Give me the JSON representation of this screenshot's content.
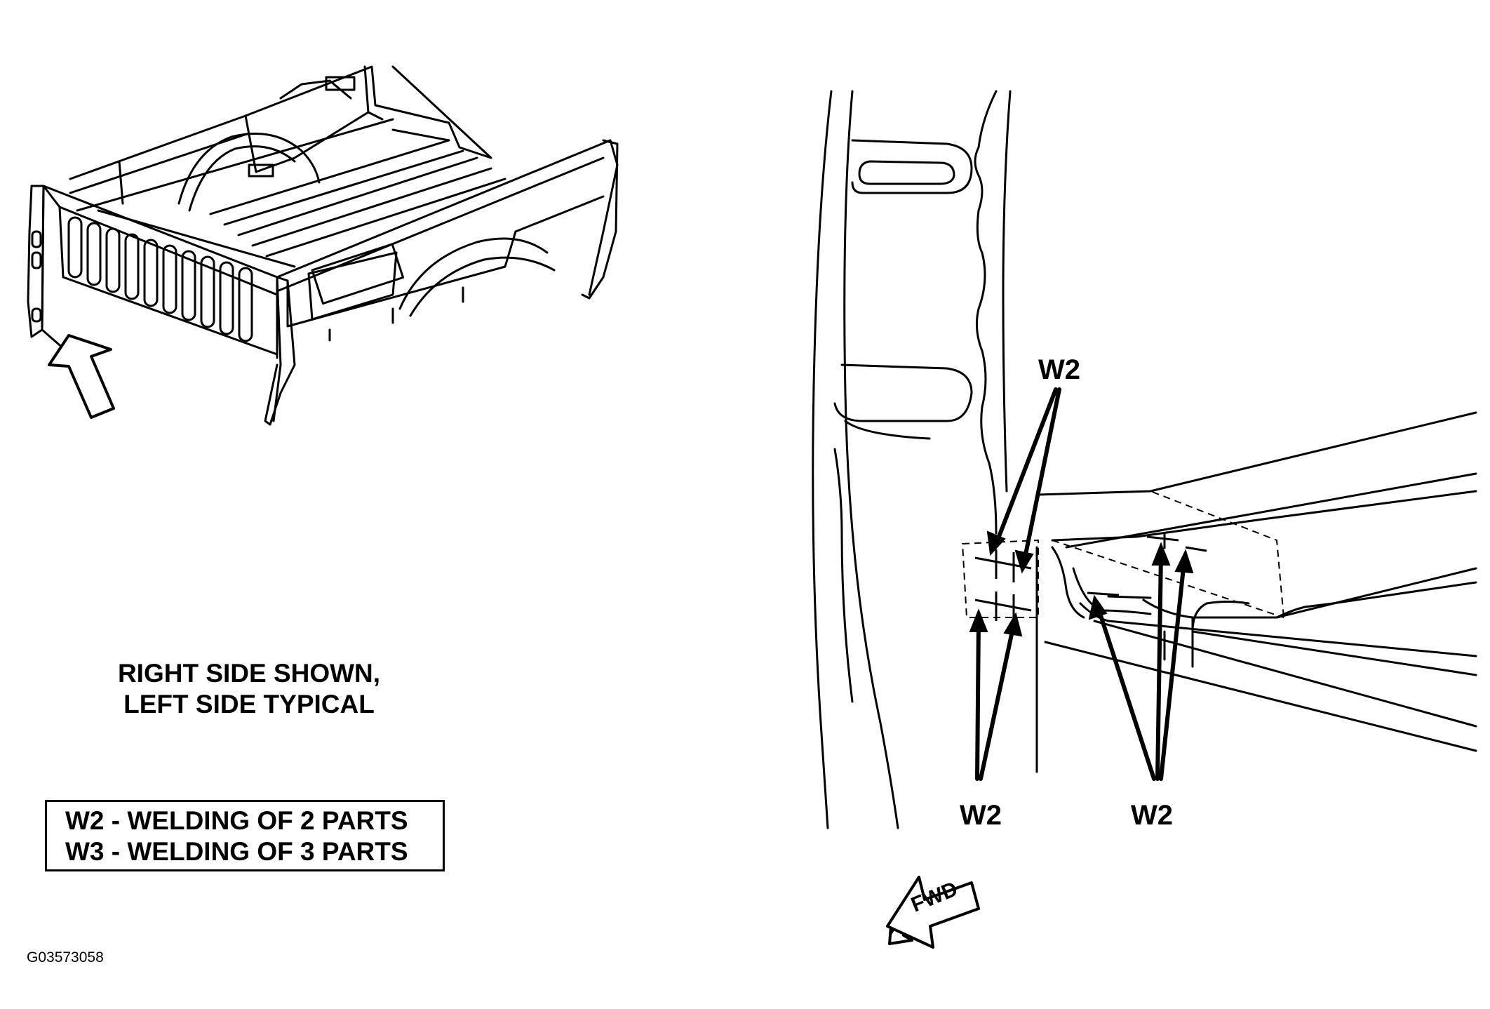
{
  "note": {
    "line1": "RIGHT SIDE SHOWN,",
    "line2": "LEFT SIDE TYPICAL"
  },
  "legend": {
    "w2": "W2 - WELDING OF 2 PARTS",
    "w3": "W3 - WELDING OF 3 PARTS"
  },
  "callouts": {
    "top": "W2",
    "bottom_left": "W2",
    "bottom_right": "W2"
  },
  "direction_label": "FWD",
  "figure_code": "G03573058",
  "colors": {
    "line": "#000000",
    "background": "#ffffff"
  }
}
